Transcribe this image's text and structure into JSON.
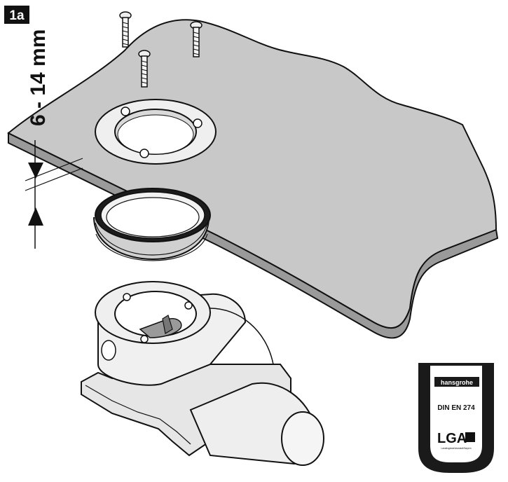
{
  "step": {
    "label": "1a"
  },
  "dimension": {
    "label": "6 - 14 mm"
  },
  "badge": {
    "brand": "hansgrohe",
    "standard": "DIN EN 274",
    "cert_logo": "LGA",
    "cert_subtext": "Landesgewerbeanstalt Bayern"
  },
  "colors": {
    "surface": "#c8c8c8",
    "line": "#111111",
    "metal_light": "#efefef",
    "metal_mid": "#d9d9d9",
    "badge_dark": "#1a1a1a"
  }
}
